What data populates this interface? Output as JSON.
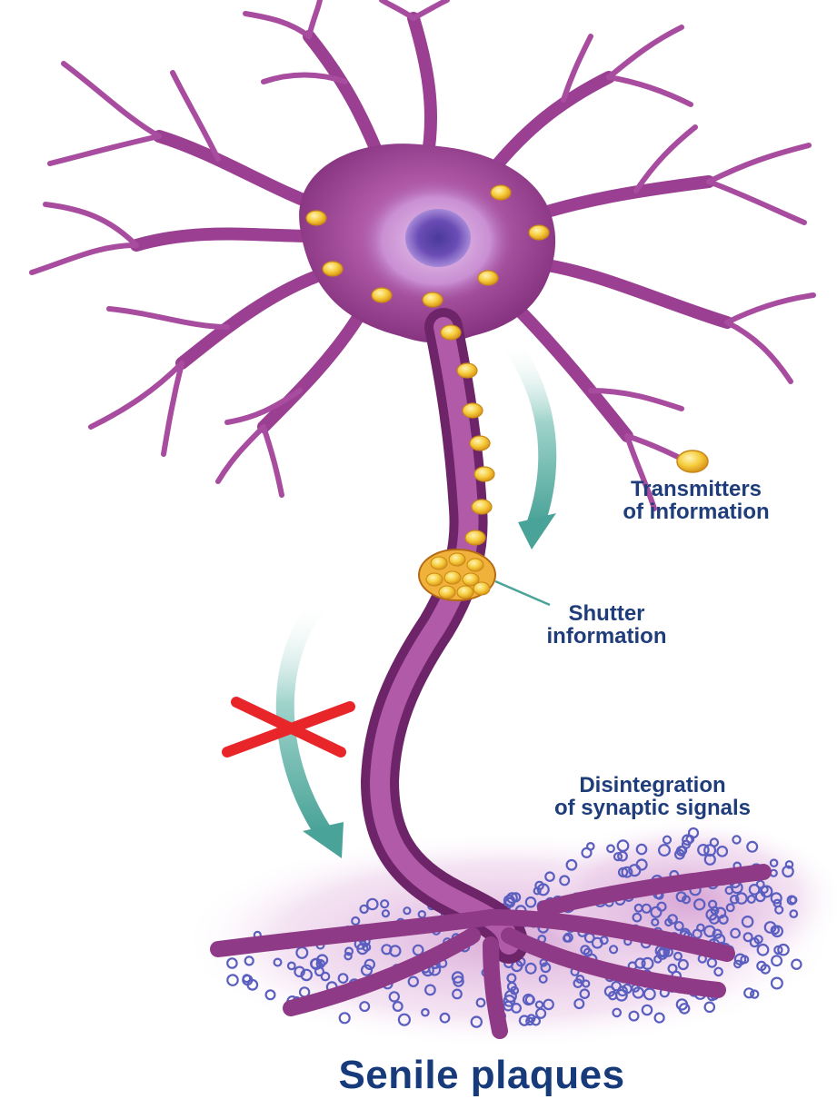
{
  "labels": {
    "transmitters": [
      "Transmitters",
      "of information"
    ],
    "shutter": [
      "Shutter",
      "information"
    ],
    "disintegration": [
      "Disintegration",
      "of synaptic signals"
    ],
    "title": "Senile plaques"
  },
  "icons": {
    "transmitter": "transmitter-dot-icon",
    "blocked": "red-x-icon",
    "flow": "curved-arrow-icon"
  },
  "colors": {
    "neuron": "#8e2f84",
    "neuron_light": "#c879c2",
    "transmitter": "#f2c63a",
    "arrow": "#5fb3a8",
    "block": "#e8262a",
    "text": "#1f3d7a",
    "plaque": "#6a6fc6"
  }
}
